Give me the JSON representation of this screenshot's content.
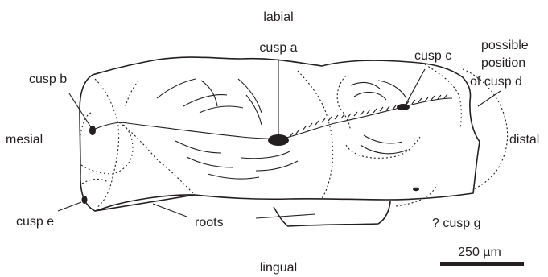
{
  "labels": {
    "labial": "labial",
    "lingual": "lingual",
    "mesial": "mesial",
    "distal": "distal",
    "cusp_a": "cusp a",
    "cusp_b": "cusp b",
    "cusp_c": "cusp c",
    "cusp_d_line1": "possible",
    "cusp_d_line2": "position",
    "cusp_d_line3": "of cusp d",
    "cusp_e": "cusp e",
    "cusp_g": "? cusp g",
    "roots": "roots",
    "scale_bar": "250 µm"
  }
}
